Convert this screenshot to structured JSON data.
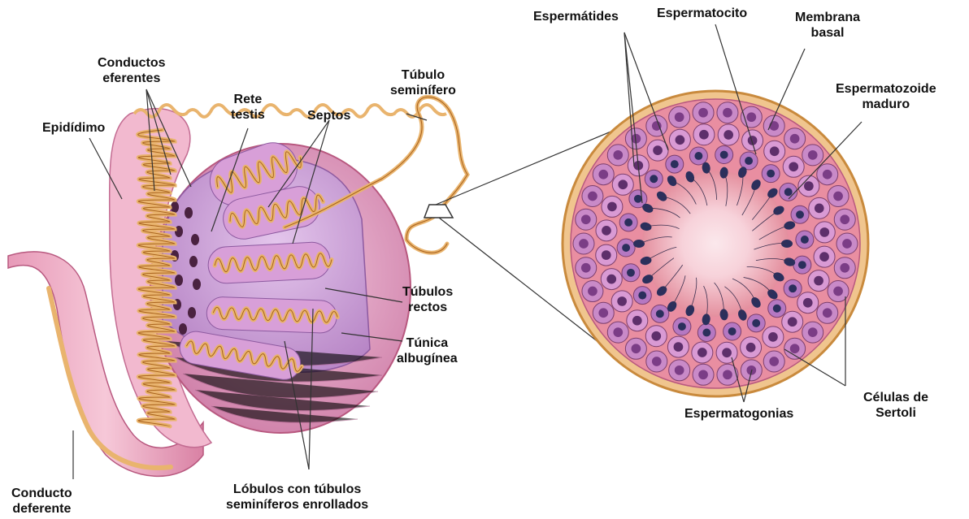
{
  "labels": {
    "conductos_eferentes": [
      "Conductos",
      "eferentes"
    ],
    "epididimo": [
      "Epidídimo"
    ],
    "rete_testis": [
      "Rete",
      "testis"
    ],
    "septos": [
      "Septos"
    ],
    "tubulo_seminifero": [
      "Túbulo",
      "seminífero"
    ],
    "tubulos_rectos": [
      "Túbulos",
      "rectos"
    ],
    "tunica_albuginea": [
      "Túnica",
      "albugínea"
    ],
    "lobulos": [
      "Lóbulos con túbulos",
      "seminíferos enrollados"
    ],
    "conducto_deferente": [
      "Conducto",
      "deferente"
    ],
    "espermatides": [
      "Espermátides"
    ],
    "espermatocito": [
      "Espermatocito"
    ],
    "membrana_basal": [
      "Membrana",
      "basal"
    ],
    "espermatozoide": [
      "Espermatozoide",
      "maduro"
    ],
    "espermatogonias": [
      "Espermatogonias"
    ],
    "sertoli": [
      "Células de",
      "Sertoli"
    ]
  },
  "colors": {
    "testis_outer": "#e7a3c1",
    "testis_inner": "#c690c8",
    "tubule": "#e9b46e",
    "tubule_dark": "#a8611c",
    "epididymis": "#f2b9cf",
    "section_fill": "#f0b4bf",
    "lumen": "#fbe4e8",
    "membrane": "#e6b77e",
    "cell": "#c989c4",
    "nucleus": "#2b2f5c"
  }
}
